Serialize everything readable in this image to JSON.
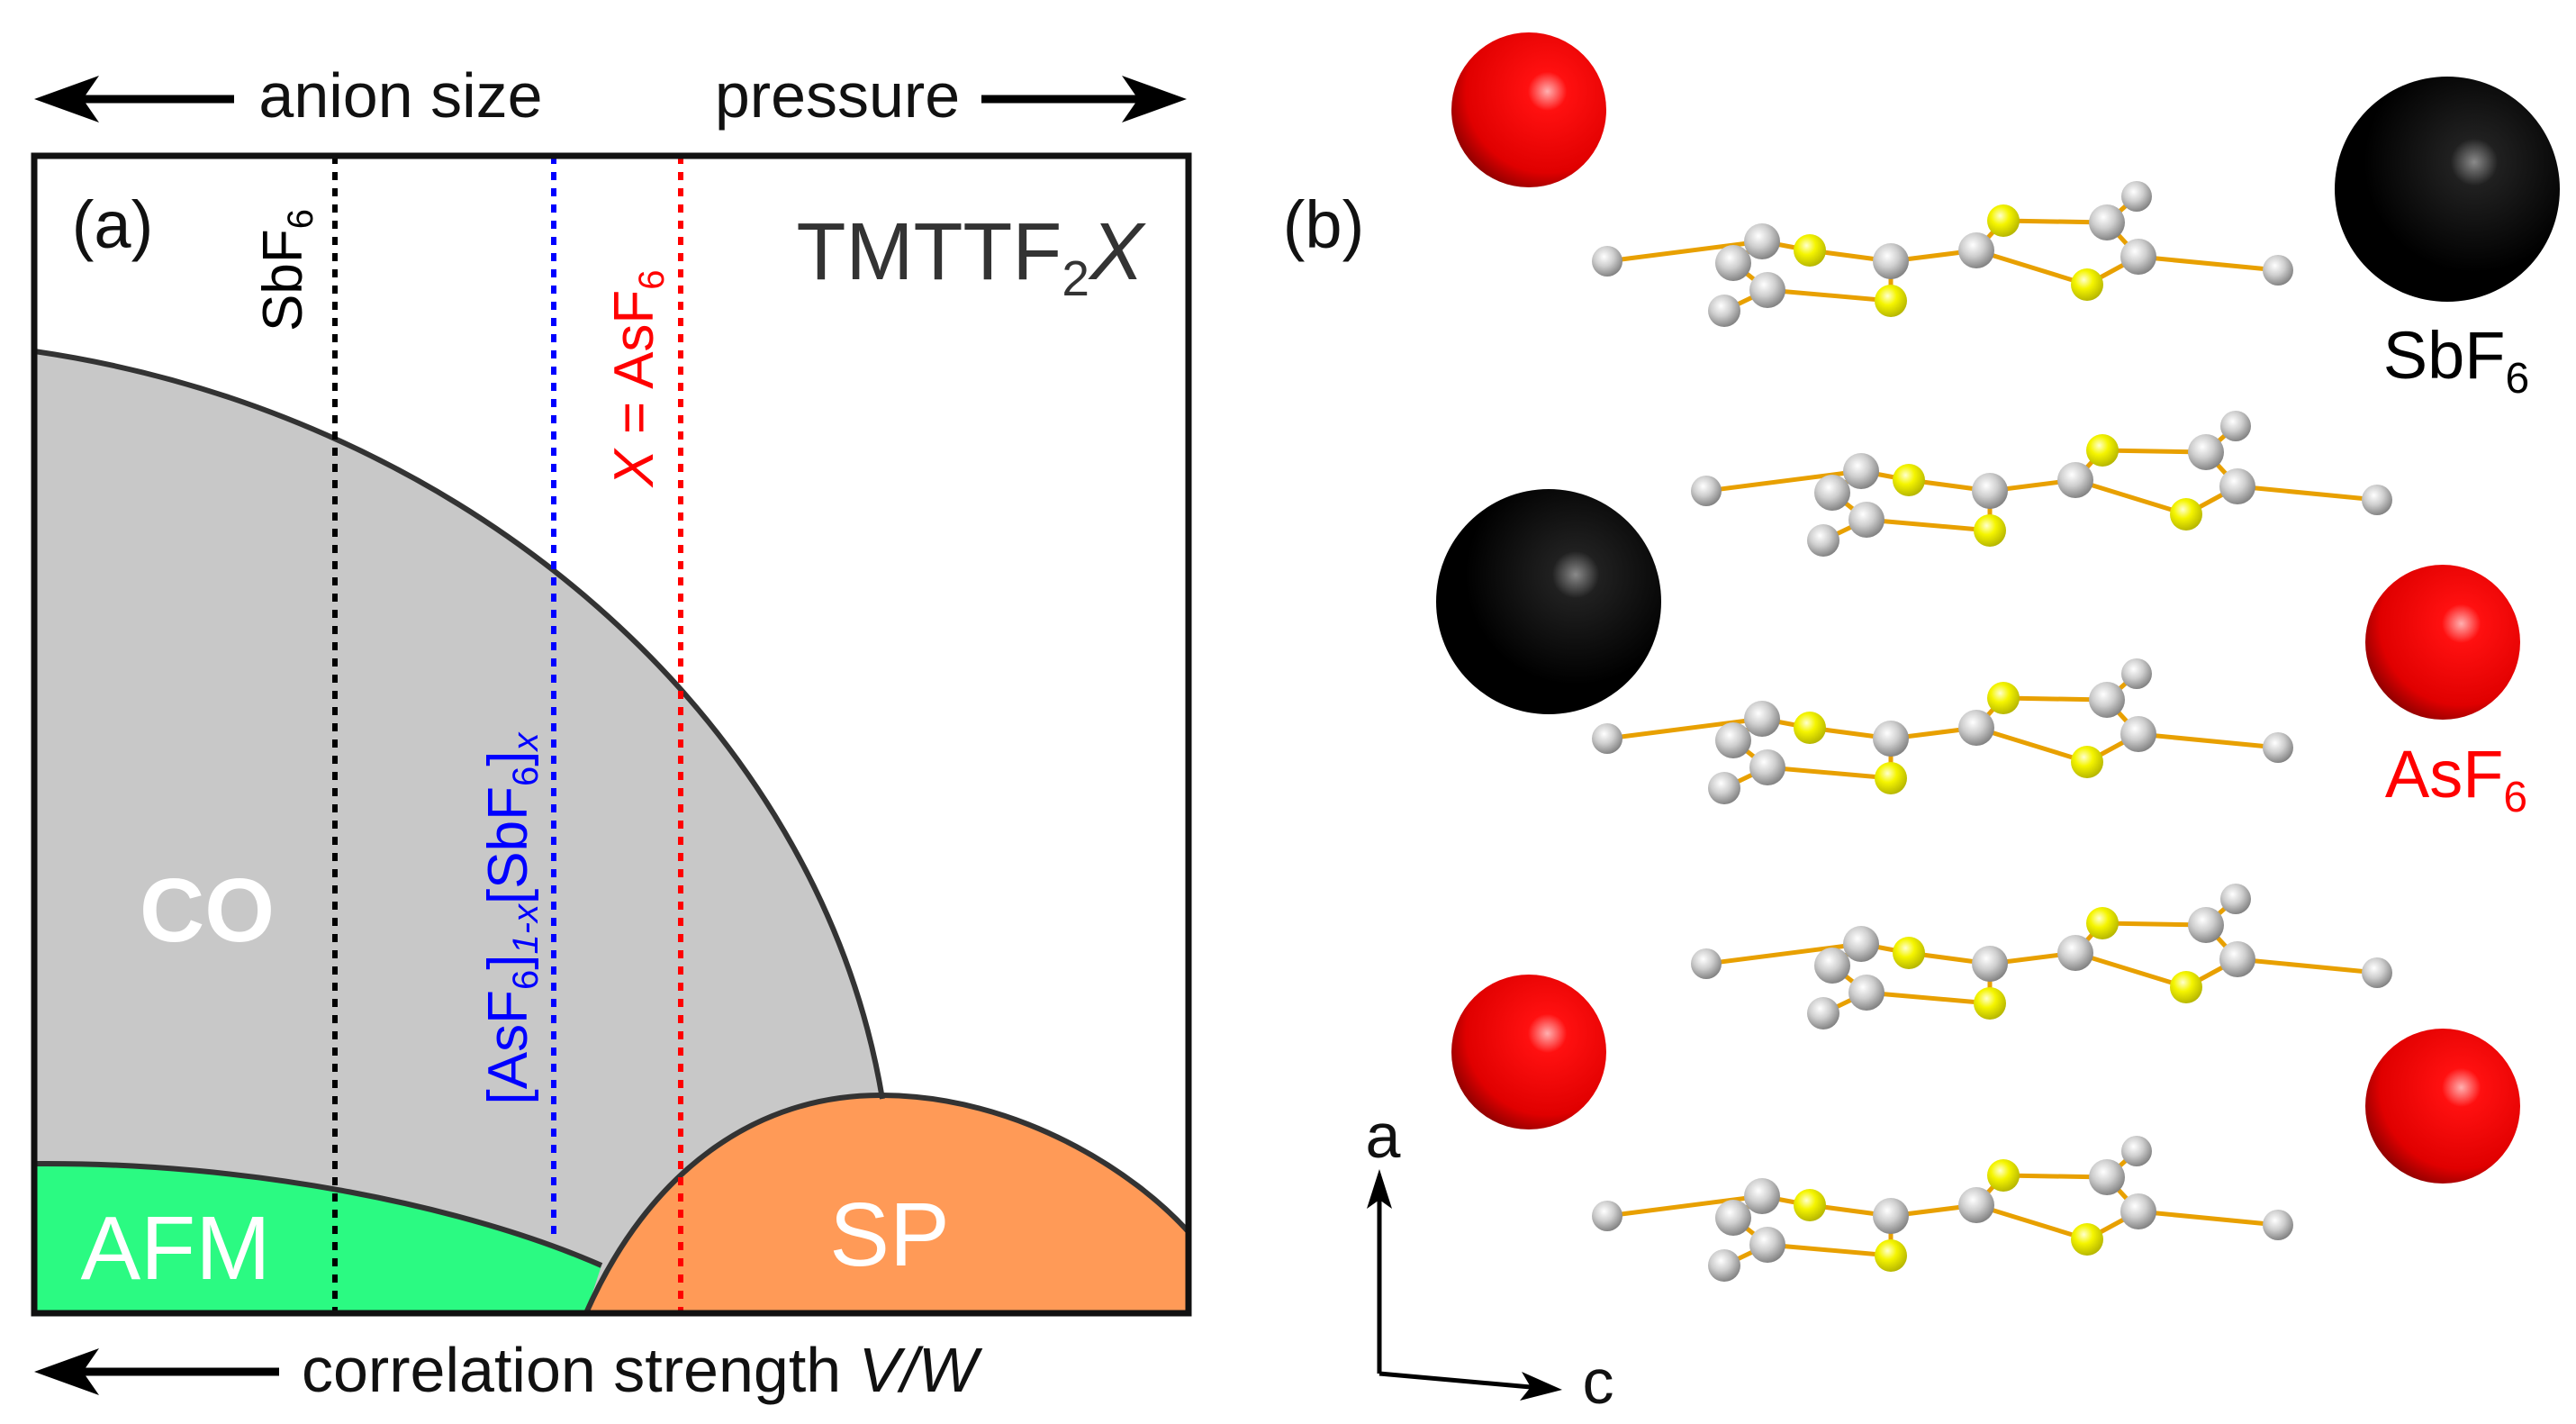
{
  "panel_a": {
    "label": "(a)",
    "title": {
      "main": "TMTTF",
      "sub": "2",
      "var": "X"
    },
    "top_left_arrow_label": "anion size",
    "top_right_arrow_label": "pressure",
    "bottom_arrow_label": {
      "text": "correlation strength ",
      "var": "V/W"
    },
    "regions": {
      "co": "CO",
      "afm": "AFM",
      "sp": "SP"
    },
    "lines": {
      "sbf6": {
        "main": "SbF",
        "sub": "6",
        "color": "#000000"
      },
      "mixed": {
        "p1": "[AsF",
        "s1": "6",
        "p2": "]",
        "s2": "1-x",
        "p3": "[SbF",
        "s3": "6",
        "p4": "]",
        "s4": "x",
        "color": "#0000ff"
      },
      "asf6": {
        "var": "X",
        "eq": " = AsF",
        "sub": "6",
        "color": "#ff0000"
      }
    },
    "colors": {
      "co": "#c8c8c8",
      "afm": "#2bfa82",
      "sp": "#ff9a57",
      "boundary": "#333333"
    }
  },
  "panel_b": {
    "label": "(b)",
    "anion_labels": {
      "sbf6": {
        "main": "SbF",
        "sub": "6",
        "color": "#000000"
      },
      "asf6": {
        "main": "AsF",
        "sub": "6",
        "color": "#ff0000"
      }
    },
    "axes": {
      "a": "a",
      "c": "c"
    },
    "atom_colors": {
      "sulfur": "#ffff00",
      "carbon": "#c8c8c8",
      "bond": "#e8a000",
      "sb_anion": "#000000",
      "as_anion": "#ff0000"
    },
    "molecule_count": 5
  }
}
